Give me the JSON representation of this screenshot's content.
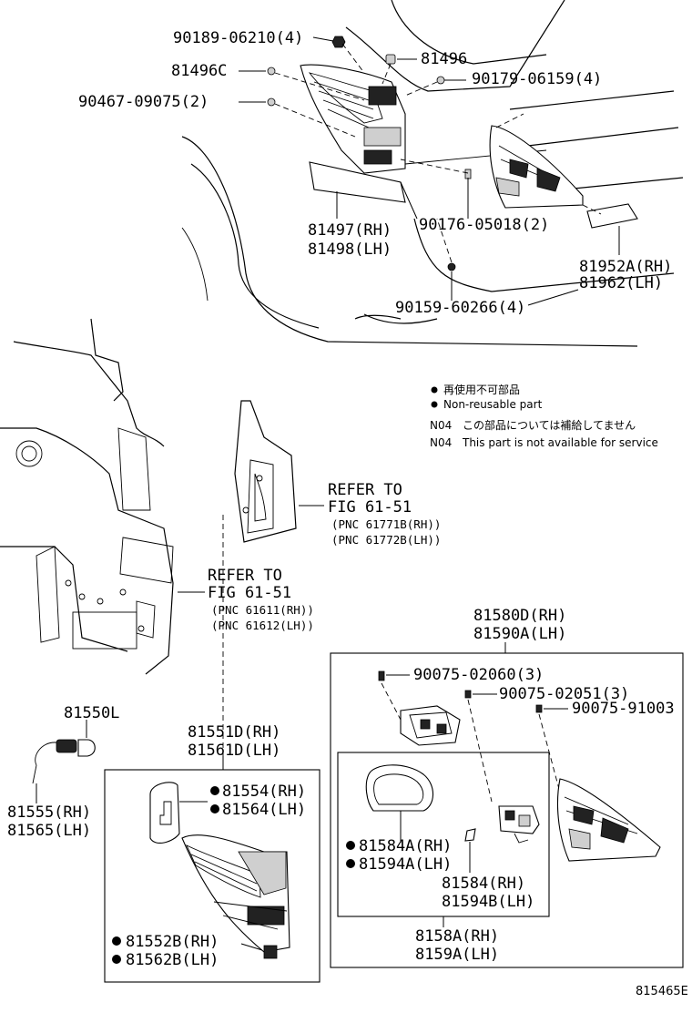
{
  "legend": {
    "jp_nonreusable": "再使用不可部品",
    "en_nonreusable": "Non-reusable part",
    "n04_code": "N04",
    "jp_not_available": "この部品については補給してません",
    "en_not_available": "This part is not available for service"
  },
  "labels": {
    "p90189": "90189-06210(4)",
    "p81496c": "81496C",
    "p90467": "90467-09075(2)",
    "p81496": "81496",
    "p90179": "90179-06159(4)",
    "p81497": "81497(RH)",
    "p81498": "81498(LH)",
    "p90176": "90176-05018(2)",
    "p81952": "81952A(RH)",
    "p81962": "81962(LH)",
    "p90159": "90159-60266(4)",
    "refer1_a": "REFER TO",
    "refer1_b": "FIG 61-51",
    "refer1_c": "(PNC 61771B(RH))",
    "refer1_d": "(PNC 61772B(LH))",
    "refer2_a": "REFER TO",
    "refer2_b": "FIG 61-51",
    "refer2_c": "(PNC 61611(RH))",
    "refer2_d": "(PNC 61612(LH))",
    "p81580": "81580D(RH)",
    "p81590": "81590A(LH)",
    "p90075_02060": "90075-02060(3)",
    "p90075_02051": "90075-02051(3)",
    "p90075_91003": "90075-91003",
    "p81550l": "81550L",
    "p81555": "81555(RH)",
    "p81565": "81565(LH)",
    "p81551": "81551D(RH)",
    "p81561": "81561D(LH)",
    "p81554": "81554(RH)",
    "p81564": "81564(LH)",
    "p81552": "81552B(RH)",
    "p81562": "81562B(LH)",
    "p81584a": "81584A(RH)",
    "p81594a": "81594A(LH)",
    "p81584": "81584(RH)",
    "p81594b": "81594B(LH)",
    "p8158a": "8158A(RH)",
    "p8159a": "8159A(LH)",
    "figure_code": "815465E"
  }
}
